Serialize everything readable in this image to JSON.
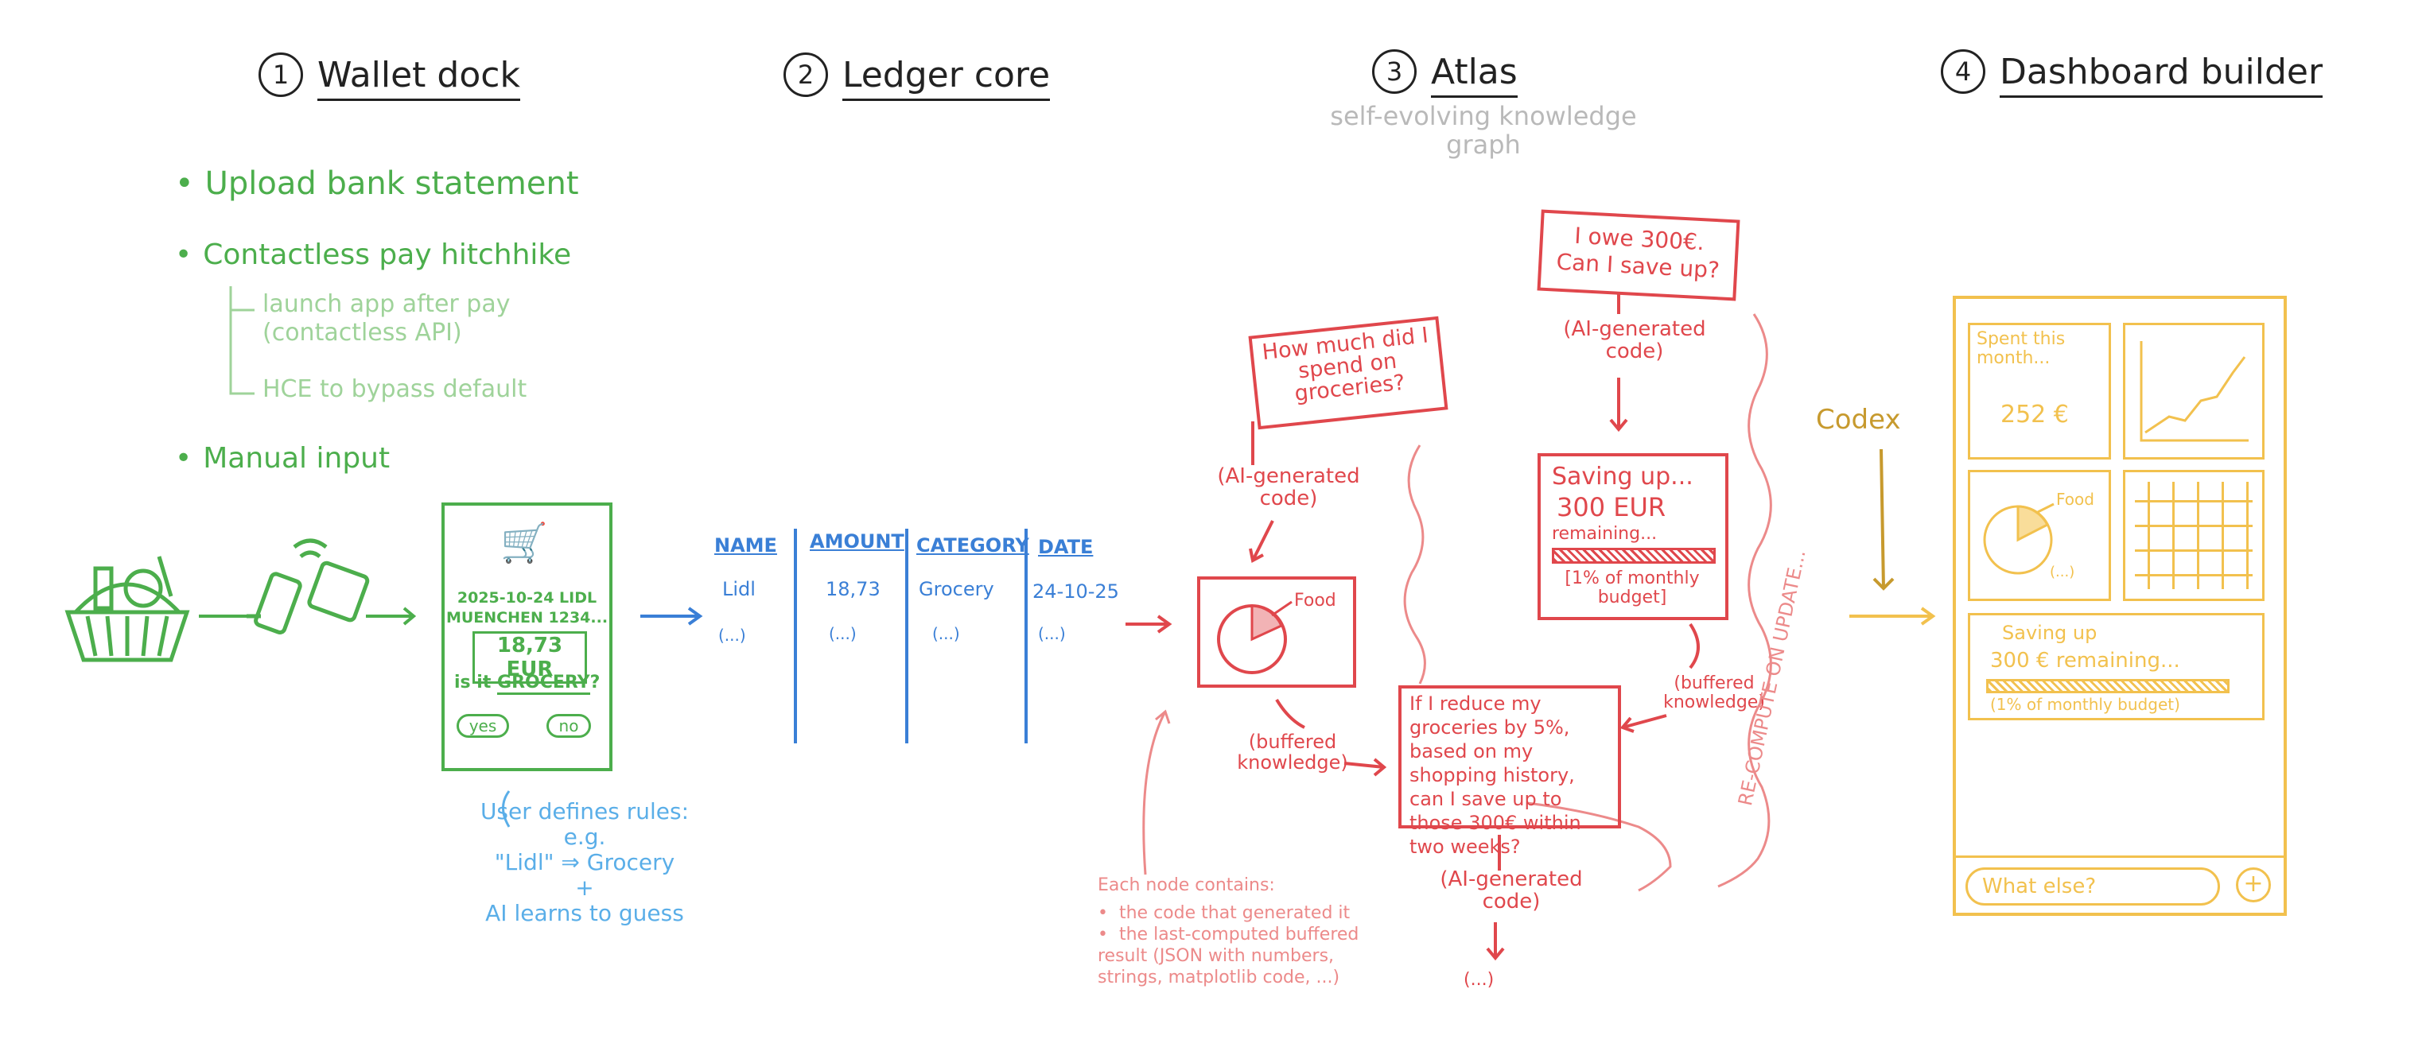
{
  "sections": [
    {
      "num": "1",
      "title": "Wallet dock"
    },
    {
      "num": "2",
      "title": "Ledger core"
    },
    {
      "num": "3",
      "title": "Atlas"
    },
    {
      "num": "4",
      "title": "Dashboard builder"
    }
  ],
  "atlas_subtitle": "self-evolving knowledge graph",
  "wallet": {
    "bullets": [
      "Upload bank statement",
      "Contactless pay hitchhike",
      "Manual input"
    ],
    "sub_bullets": [
      "launch app after pay (contactless API)",
      "HCE to bypass default"
    ],
    "receipt_line1": "2025-10-24 LIDL",
    "receipt_line2": "MUENCHEN 1234...",
    "amount": "18,73 EUR",
    "question_prefix": "is it",
    "question_category": "GROCERY",
    "question_suffix": "?",
    "yes": "yes",
    "no": "no",
    "rules_note_1": "User defines rules: e.g.",
    "rules_note_2": "\"Lidl\" ⇒ Grocery",
    "rules_note_3": "+",
    "rules_note_4": "AI learns to guess"
  },
  "ledger": {
    "columns": [
      "NAME",
      "AMOUNT",
      "CATEGORY",
      "DATE"
    ],
    "row": [
      "Lidl",
      "18,73",
      "Grocery",
      "24-10-25"
    ],
    "ellipsis": "(...)"
  },
  "atlas": {
    "q1": "How much did I spend on groceries?",
    "q2": "I owe 300€. Can I save up?",
    "q3": "If I reduce my groceries by 5%, based on my shopping history, can I save up to those 300€ within two weeks?",
    "ai_code": "(AI-generated code)",
    "buffered": "(buffered knowledge)",
    "food": "Food",
    "saving_title": "Saving up...",
    "saving_amount": "300 EUR",
    "saving_remaining": "remaining...",
    "saving_note": "[1% of monthly budget]",
    "recompute": "RE-COMPUTE ON UPDATE...",
    "ellipsis": "(...)",
    "node_note_title": "Each node contains:",
    "node_note_items": [
      "the code that generated it",
      "the last-computed buffered result (JSON with numbers, strings, matplotlib code, ...)"
    ]
  },
  "codex": "Codex",
  "dashboard": {
    "spent_title": "Spent this month...",
    "spent_value": "252 €",
    "food": "Food",
    "pie_ellipsis": "(...)",
    "saving_title": "Saving up",
    "saving_line": "300 € remaining...",
    "saving_note": "(1% of monthly budget)",
    "input_placeholder": "What else?"
  },
  "colors": {
    "wallet": "#4cae4c",
    "ledger": "#3a7fd6",
    "atlas": "#e0474c",
    "dashboard": "#f2c14e",
    "codex": "#c79a2e"
  }
}
